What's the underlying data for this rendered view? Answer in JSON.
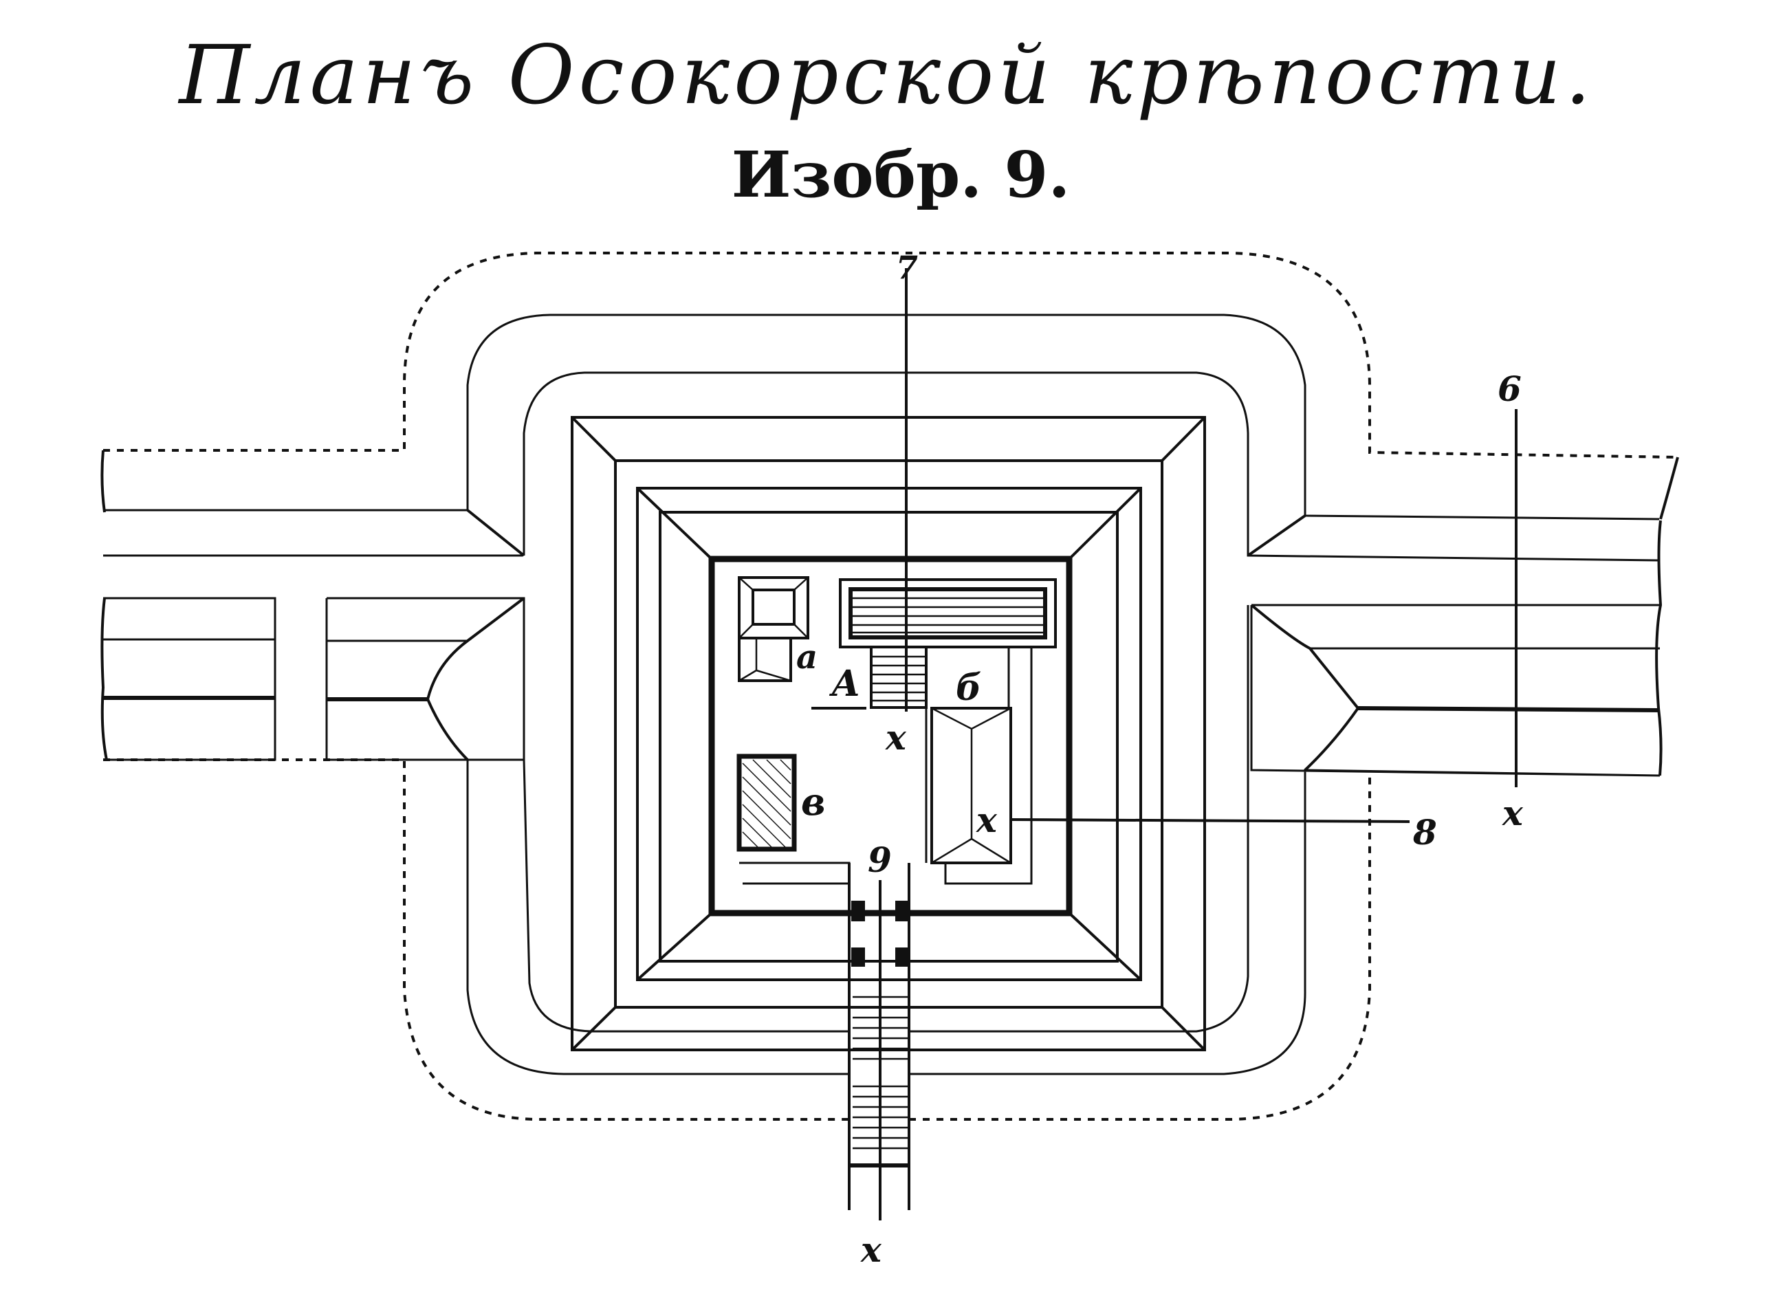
{
  "title": "Планъ Осокорской крѣпости.",
  "subtitle": "Изобр. 9.",
  "labels": {
    "section_7": "7",
    "section_6": "6",
    "section_8": "8",
    "section_9": "9",
    "point_A": "A",
    "building_a": "a",
    "building_b": "б",
    "building_v": "в",
    "x_marker": "x"
  },
  "colors": {
    "ink": "#111111",
    "paper": "#ffffff"
  }
}
